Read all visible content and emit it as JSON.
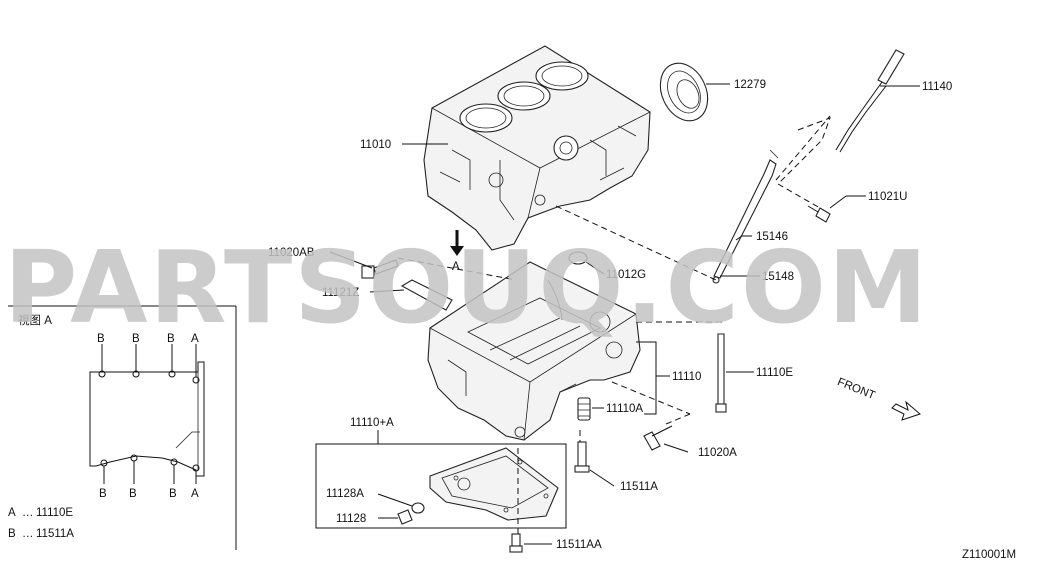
{
  "watermark": "PARTSOUQ.COM",
  "diagram_id": "Z110001M",
  "view_a": {
    "title": "視图 A",
    "b_label": "B",
    "a_label": "A",
    "legend": [
      {
        "key": "A",
        "value": "11110E"
      },
      {
        "key": "B",
        "value": "11511A"
      }
    ]
  },
  "arrow_a": "A",
  "front_label": "FRONT",
  "callouts": {
    "c12279": "12279",
    "c11140": "11140",
    "c11010": "11010",
    "c11021U": "11021U",
    "c15146": "15146",
    "c11020AB": "11020AB",
    "c11012G": "11012G",
    "c15148": "15148",
    "c11121Z": "11121Z",
    "c11110": "11110",
    "c11110E": "11110E",
    "c11110A": "11110A",
    "c11020A": "11020A",
    "c11110plusA": "11110+A",
    "c11511A": "11511A",
    "c11128A": "11128A",
    "c11128": "11128",
    "c11511AA": "11511AA"
  }
}
